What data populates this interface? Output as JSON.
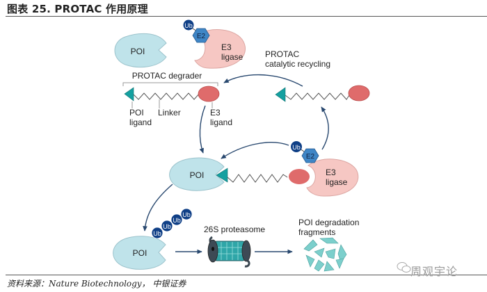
{
  "header": {
    "title": "图表 25. PROTAC 作用原理"
  },
  "diagram": {
    "top_left": {
      "poi_label": "POI",
      "e3_label_line1": "E3",
      "e3_label_line2": "ligase",
      "ub_label": "Ub",
      "e2_label": "E2"
    },
    "degrader": {
      "bracket_label": "PROTAC degrader",
      "poi_ligand_line1": "POI",
      "poi_ligand_line2": "ligand",
      "linker_label": "Linker",
      "e3_ligand_line1": "E3",
      "e3_ligand_line2": "ligand"
    },
    "recycling": {
      "line1": "PROTAC",
      "line2": "catalytic recycling"
    },
    "ternary": {
      "poi_label": "POI",
      "e3_label_line1": "E3",
      "e3_label_line2": "ligase",
      "ub_label": "Ub",
      "e2_label": "E2"
    },
    "ubiquitinated": {
      "poi_label": "POI",
      "ub_labels": [
        "Ub",
        "Ub",
        "Ub",
        "Ub"
      ]
    },
    "proteasome_label": "26S proteasome",
    "fragments_label_line1": "POI degradation",
    "fragments_label_line2": "fragments"
  },
  "colors": {
    "poi_fill": "#bfe3ea",
    "e3_fill": "#f6c7c3",
    "e3_ligand_fill": "#df6b6b",
    "poi_ligand_fill": "#14a0a0",
    "ub_fill": "#0f3f86",
    "e2_fill": "#3f86c6",
    "arrow": "#27476e"
  },
  "footer": {
    "source": "资料来源：Nature Biotechnology， 中银证券",
    "watermark": "周观宇论"
  }
}
